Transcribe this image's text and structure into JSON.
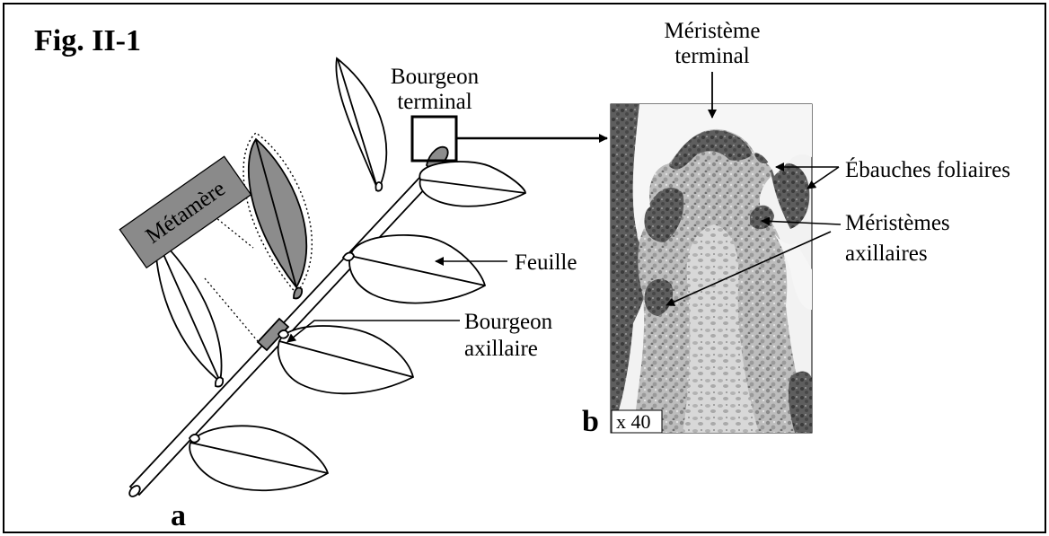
{
  "figure": {
    "title": "Fig. II-1",
    "panel_a_letter": "a",
    "panel_b_letter": "b",
    "colors": {
      "highlight": "#8c8c8c",
      "metamere_box": "#8a8a8a",
      "line": "#000000"
    },
    "labels": {
      "metamere": "Métamère",
      "bourgeon_terminal_1": "Bourgeon",
      "bourgeon_terminal_2": "terminal",
      "feuille": "Feuille",
      "bourgeon_axillaire_1": "Bourgeon",
      "bourgeon_axillaire_2": "axillaire",
      "meristeme_terminal_1": "Méristème",
      "meristeme_terminal_2": "terminal",
      "ebauches_foliaires": "Ébauches foliaires",
      "meristemes_axillaires_1": "Méristèmes",
      "meristemes_axillaires_2": "axillaires",
      "magnification": "x 40"
    }
  }
}
